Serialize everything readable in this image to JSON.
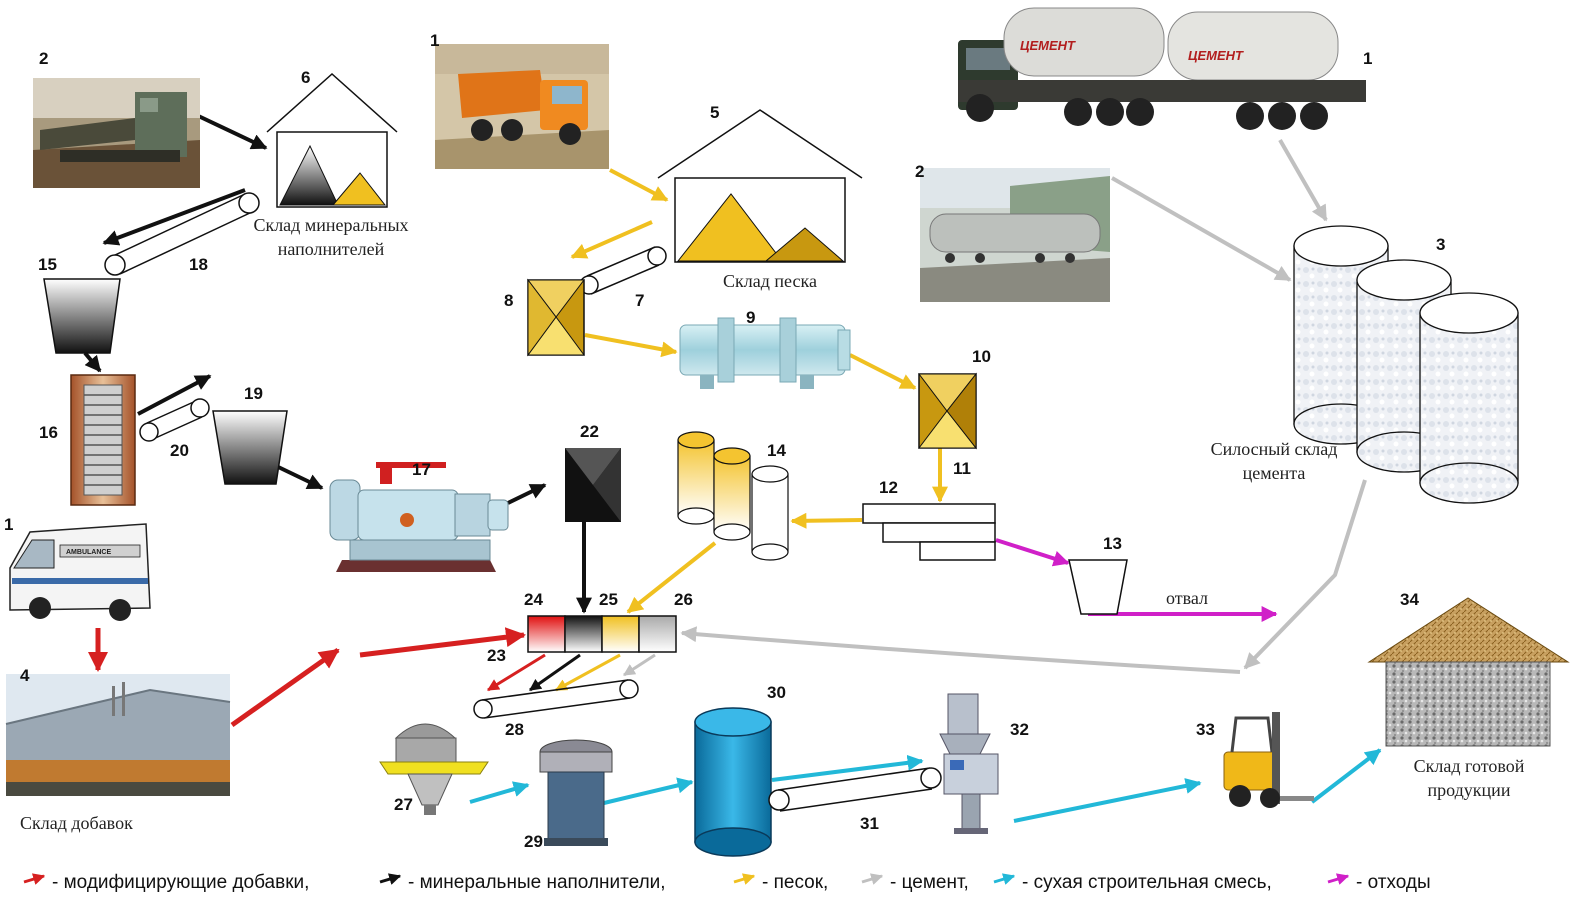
{
  "labels": {
    "mineral_store": [
      "Склад минеральных",
      "наполнителей"
    ],
    "sand_store": "Склад песка",
    "cement_silo": [
      "Силосный склад",
      "цемента"
    ],
    "additives_store": "Склад добавок",
    "finished_store": [
      "Склад готовой",
      "продукции"
    ],
    "dump": "отвал"
  },
  "truck_text": "ЦЕМЕНТ",
  "ambulance_text": "AMBULANCE",
  "numbers": {
    "n1_sand_truck": "1",
    "n1_cement_truck": "1",
    "n1_ambulance": "1",
    "n2_excavator": "2",
    "n2_rail": "2",
    "n3": "3",
    "n4": "4",
    "n5": "5",
    "n6": "6",
    "n7": "7",
    "n8": "8",
    "n9": "9",
    "n10": "10",
    "n11": "11",
    "n12": "12",
    "n13": "13",
    "n14": "14",
    "n15": "15",
    "n16": "16",
    "n17": "17",
    "n18": "18",
    "n19": "19",
    "n20": "20",
    "n22": "22",
    "n23": "23",
    "n24": "24",
    "n25": "25",
    "n26": "26",
    "n27": "27",
    "n28": "28",
    "n29": "29",
    "n30": "30",
    "n31": "31",
    "n32": "32",
    "n33": "33",
    "n34": "34"
  },
  "legend": [
    {
      "color": "#d62020",
      "text": "- модифицирующие добавки,"
    },
    {
      "color": "#111111",
      "text": "- минеральные наполнители,"
    },
    {
      "color": "#f0c020",
      "text": "- песок,"
    },
    {
      "color": "#c0c0c0",
      "text": "- цемент,"
    },
    {
      "color": "#22b8d8",
      "text": "- сухая строительная смесь,"
    },
    {
      "color": "#d020c8",
      "text": "- отходы"
    }
  ],
  "colors": {
    "additives": "#d62020",
    "mineral": "#111111",
    "sand": "#f0c020",
    "cement": "#c0c0c0",
    "dry_mix": "#22b8d8",
    "waste": "#d020c8"
  }
}
